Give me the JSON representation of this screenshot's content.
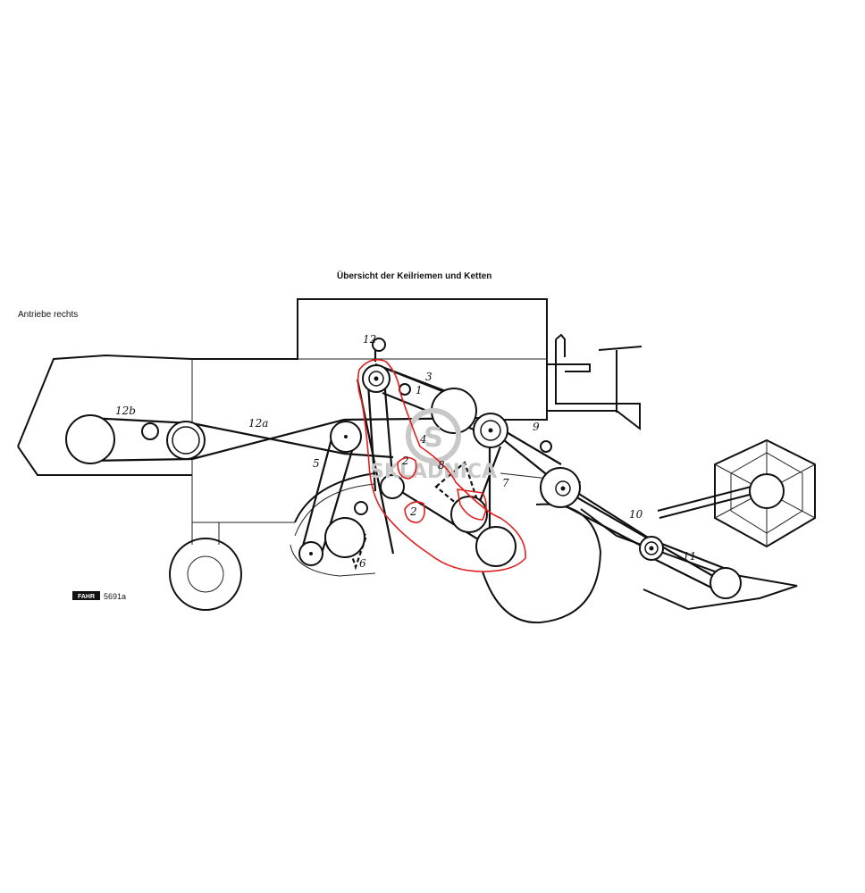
{
  "title": "Übersicht der Keilriemen und Ketten",
  "subtitle": "Antriebe rechts",
  "figure_code": "5691a",
  "logo_text": "FAHR",
  "watermark_text": "SKLADNICA",
  "belt_labels": [
    "12",
    "3",
    "1",
    "12b",
    "12a",
    "4",
    "9",
    "2",
    "8",
    "5",
    "7",
    "2",
    "6",
    "10",
    "11"
  ],
  "colors": {
    "line": "#111111",
    "highlight": "#e02020",
    "watermark": "#c8c8c8"
  }
}
